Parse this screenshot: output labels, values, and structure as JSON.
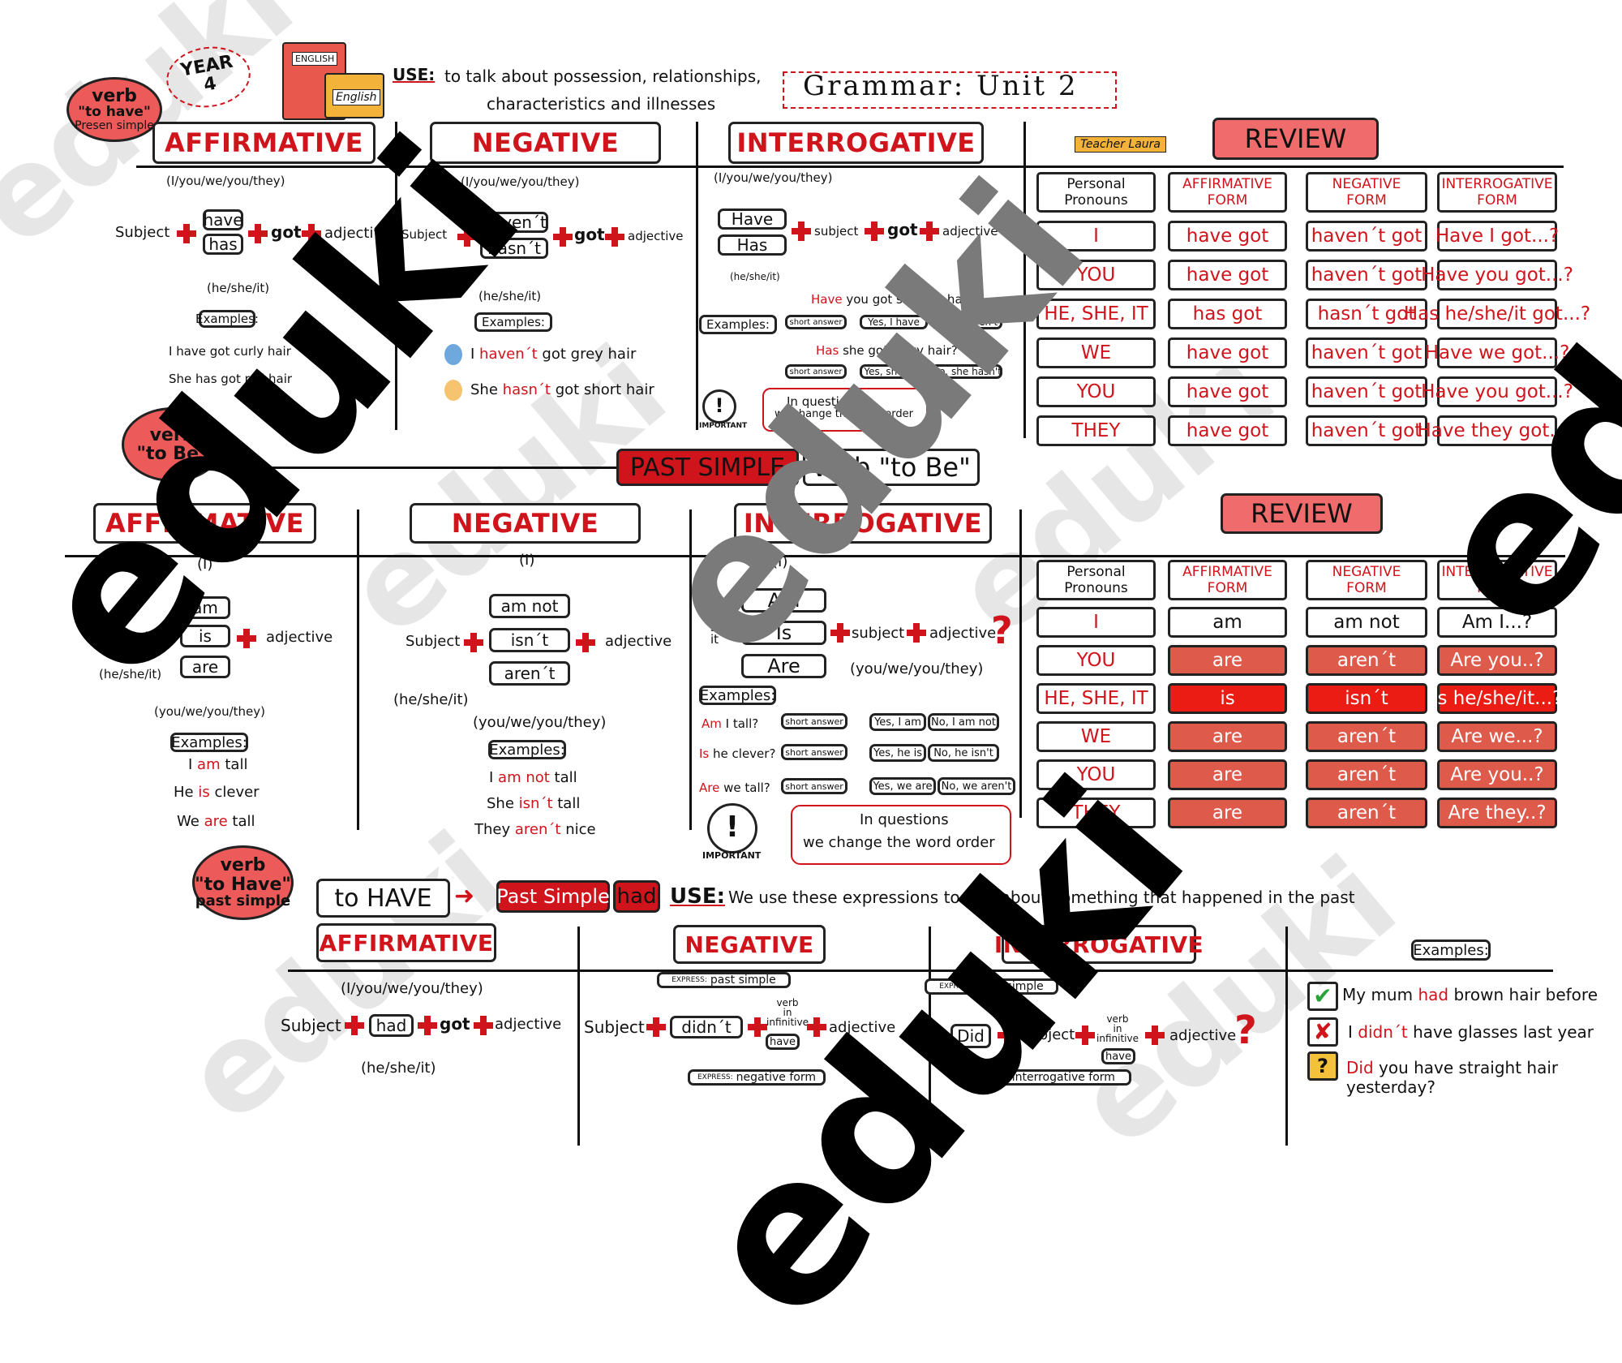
{
  "header": {
    "year_badge": "YEAR 4",
    "book_label_1": "ENGLISH",
    "book_label_2": "English",
    "use_label": "USE:",
    "use_text_line1": "to talk about possession, relationships,",
    "use_text_line2": "characteristics and illnesses",
    "unit_title": "Grammar: Unit 2",
    "teacher": "Teacher Laura"
  },
  "section1": {
    "bubble": [
      "verb",
      "\"to have\"",
      "Presen simple"
    ],
    "affirmative": "AFFIRMATIVE",
    "negative": "NEGATIVE",
    "interrogative": "INTERROGATIVE",
    "review": "REVIEW",
    "aff": {
      "top": "(I/you/we/you/they)",
      "subject": "Subject",
      "have": "have",
      "has": "has",
      "got": "got",
      "adjective": "adjective",
      "bottom": "(he/she/it)",
      "examples": "Examples:",
      "ex1": "I have got curly hair",
      "ex2": "She has got red hair"
    },
    "neg": {
      "top": "(I/you/we/you/they)",
      "subject": "Subject",
      "havent": "haven´t",
      "hasnt": "hasn´t",
      "got": "got",
      "adjective": "adjective",
      "bottom": "(he/she/it)",
      "examples": "Examples:",
      "ex1_a": "I",
      "ex1_b": "haven´t",
      "ex1_c": "got grey hair",
      "ex2_a": "She",
      "ex2_b": "hasn´t",
      "ex2_c": "got short hair"
    },
    "int": {
      "top": "(I/you/we/you/they)",
      "have": "Have",
      "has": "Has",
      "subject": "subject",
      "got": "got",
      "adjective": "adjective",
      "bottom": "(he/she/it)",
      "examples": "Examples:",
      "q1_a": "Have",
      "q1_b": "you got straight hair?",
      "short_answer": "short answer",
      "a1_yes": "Yes, I have",
      "a1_no": "No, I haven't",
      "q2_a": "Has",
      "q2_b": "she got wavy hair?",
      "a2_yes": "Yes, she has",
      "a2_no": "No, she hasn't",
      "important": "IMPORTANT",
      "note_1": "In questions",
      "note_2": "we change the word order"
    },
    "review_table": {
      "headers": [
        [
          "Personal",
          "Pronouns"
        ],
        [
          "AFFIRMATIVE",
          "FORM"
        ],
        [
          "NEGATIVE",
          "FORM"
        ],
        [
          "INTERROGATIVE",
          "FORM"
        ]
      ],
      "rows": [
        [
          "I",
          "have got",
          "haven´t got",
          "Have I got...?"
        ],
        [
          "YOU",
          "have got",
          "haven´t got",
          "Have you got...?"
        ],
        [
          "HE, SHE, IT",
          "has got",
          "hasn´t got",
          "Has he/she/it got...?"
        ],
        [
          "WE",
          "have got",
          "haven´t got",
          "Have we got...?"
        ],
        [
          "YOU",
          "have got",
          "haven´t got",
          "Have you got...?"
        ],
        [
          "THEY",
          "have got",
          "haven´t got",
          "Have they got...?"
        ]
      ]
    }
  },
  "section2": {
    "bubble": [
      "verb",
      "\"to Be\""
    ],
    "past_simple": "PAST SIMPLE",
    "verb_tobe": "verb \"to Be\"",
    "affirmative": "AFFIRMATIVE",
    "negative": "NEGATIVE",
    "interrogative": "INTERROGATIVE",
    "review": "REVIEW",
    "aff": {
      "top": "(I)",
      "subject": "Subject",
      "am": "am",
      "is": "is",
      "are": "are",
      "adjective": "adjective",
      "hesheit": "(he/she/it)",
      "bottom": "(you/we/you/they)",
      "examples": "Examples:",
      "ex1_a": "I",
      "ex1_b": "am",
      "ex1_c": "tall",
      "ex2_a": "He",
      "ex2_b": "is",
      "ex2_c": "clever",
      "ex3_a": "We",
      "ex3_b": "are",
      "ex3_c": "tall"
    },
    "neg": {
      "top": "(I)",
      "subject": "Subject",
      "amnot": "am not",
      "isnt": "isn´t",
      "arent": "aren´t",
      "adjective": "adjective",
      "hesheit": "(he/she/it)",
      "bottom": "(you/we/you/they)",
      "examples": "Examples:",
      "ex1_a": "I",
      "ex1_b": "am not",
      "ex1_c": "tall",
      "ex2_a": "She",
      "ex2_b": "isn´t",
      "ex2_c": "tall",
      "ex3_a": "They",
      "ex3_b": "aren´t",
      "ex3_c": "nice"
    },
    "int": {
      "top": "(I)",
      "am": "Am",
      "is": "Is",
      "are": "Are",
      "he": "he",
      "she": "she",
      "it": "it",
      "subject": "subject",
      "adjective": "adjective",
      "bottom": "(you/we/you/they)",
      "examples": "Examples:",
      "q1_a": "Am",
      "q1_b": "I tall?",
      "q2_a": "Is",
      "q2_b": "he clever?",
      "q3_a": "Are",
      "q3_b": "we tall?",
      "short_answer": "short answer",
      "a1_yes": "Yes, I am",
      "a1_no": "No, I am not",
      "a2_yes": "Yes, he is",
      "a2_no": "No, he isn't",
      "a3_yes": "Yes, we are",
      "a3_no": "No, we aren't",
      "important": "IMPORTANT",
      "note_1": "In questions",
      "note_2": "we change the word order"
    },
    "review_table": {
      "headers": [
        [
          "Personal",
          "Pronouns"
        ],
        [
          "AFFIRMATIVE",
          "FORM"
        ],
        [
          "NEGATIVE",
          "FORM"
        ],
        [
          "INTERROGATIVE",
          "FORM"
        ]
      ],
      "rows": [
        [
          "I",
          "am",
          "am not",
          "Am I...?"
        ],
        [
          "YOU",
          "are",
          "aren´t",
          "Are you..?"
        ],
        [
          "HE, SHE, IT",
          "is",
          "isn´t",
          "Is he/she/it...?"
        ],
        [
          "WE",
          "are",
          "aren´t",
          "Are we...?"
        ],
        [
          "YOU",
          "are",
          "aren´t",
          "Are you..?"
        ],
        [
          "THEY",
          "are",
          "aren´t",
          "Are they..?"
        ]
      ]
    }
  },
  "section3": {
    "bubble": [
      "verb",
      "\"to Have\"",
      "past simple"
    ],
    "to_have": "to HAVE",
    "past_simple": "Past Simple",
    "had": "had",
    "use_label": "USE:",
    "use_text": "We use these expressions to talk about something that happened in the past",
    "affirmative": "AFFIRMATIVE",
    "negative": "NEGATIVE",
    "interrogative": "INTERROGATIVE",
    "aff": {
      "top": "(I/you/we/you/they)",
      "subject": "Subject",
      "had": "had",
      "got": "got",
      "adjective": "adjective",
      "bottom": "(he/she/it)"
    },
    "neg": {
      "express_top_label": "EXPRESS:",
      "express_top": "past simple",
      "subject": "Subject",
      "didnt": "didn´t",
      "verb_in_infinitive": [
        "verb",
        "in",
        "infinitive"
      ],
      "have": "have",
      "adjective": "adjective",
      "express_bottom_label": "EXPRESS:",
      "express_bottom": "negative form"
    },
    "int": {
      "express_top_label": "EXPRESS:",
      "express_top": "past simple",
      "did": "Did",
      "subject": "subject",
      "verb_in_infinitive": [
        "verb",
        "in",
        "infinitive"
      ],
      "have": "have",
      "adjective": "adjective",
      "express_bottom_label": "EXPRESS:",
      "express_bottom": "interrogative form"
    },
    "examples": {
      "title": "Examples:",
      "ex1_a": "My mum",
      "ex1_b": "had",
      "ex1_c": "brown hair before",
      "ex2_a": "I",
      "ex2_b": "didn´t",
      "ex2_c": "have glasses last year",
      "ex3_a": "Did",
      "ex3_b": "you have straight hair",
      "ex3_c": "yesterday?"
    }
  },
  "watermark": "eduki",
  "colors": {
    "accent_red": "#d0141c",
    "fill_red_light": "#de5a4b",
    "fill_red_strong": "#ea1c14",
    "bubble_red": "#ec5a5a",
    "review_red": "#f06b6b"
  }
}
